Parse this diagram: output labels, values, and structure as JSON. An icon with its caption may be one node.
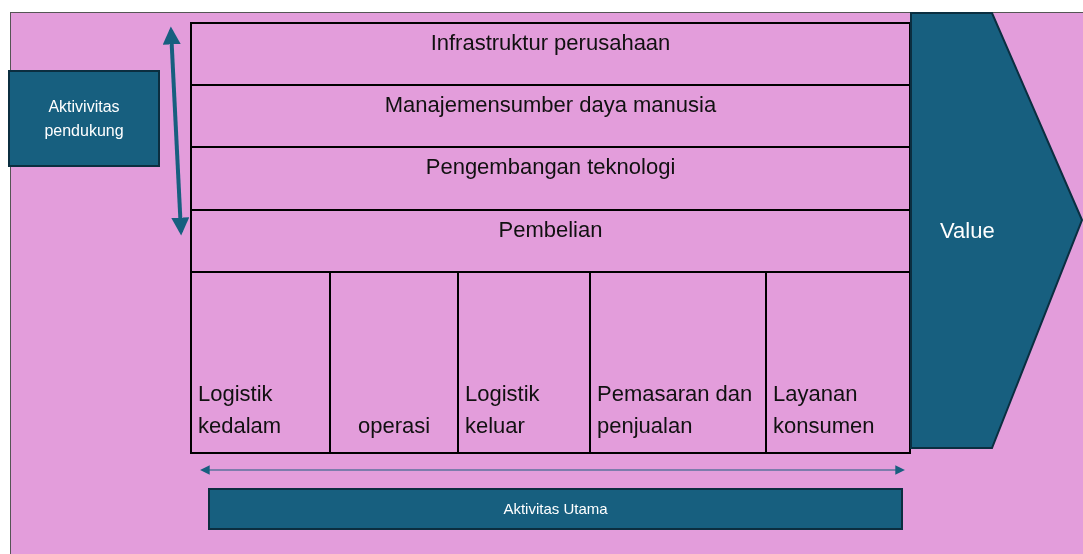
{
  "diagram": {
    "nodes": [
      {
        "text": [
          "Aktivivitas pendukung"
        ]
      },
      {
        "text": [
          "Infrastruktur perusahaan"
        ]
      },
      {
        "text": [
          "Manajemensumber daya manusia"
        ]
      },
      {
        "text": [
          "Pengembangan teknologi"
        ]
      },
      {
        "text": [
          "Pembelian"
        ]
      },
      {
        "text": [
          "Logistik kedalam"
        ]
      },
      {
        "text": [
          "operasi"
        ]
      },
      {
        "text": [
          "Logistik keluar"
        ]
      },
      {
        "text": [
          "Pemasaran dan penjualan"
        ]
      },
      {
        "text": [
          "Layanan konsumen"
        ]
      },
      {
        "text": [
          "Value"
        ]
      },
      {
        "text": [
          "Aktivitas Utama"
        ]
      }
    ],
    "edges": [
      {
        "from": 1,
        "to": 4,
        "arrow": "both",
        "style": "thick"
      },
      {
        "from": 5,
        "to": 9,
        "arrow": "both"
      }
    ]
  }
}
